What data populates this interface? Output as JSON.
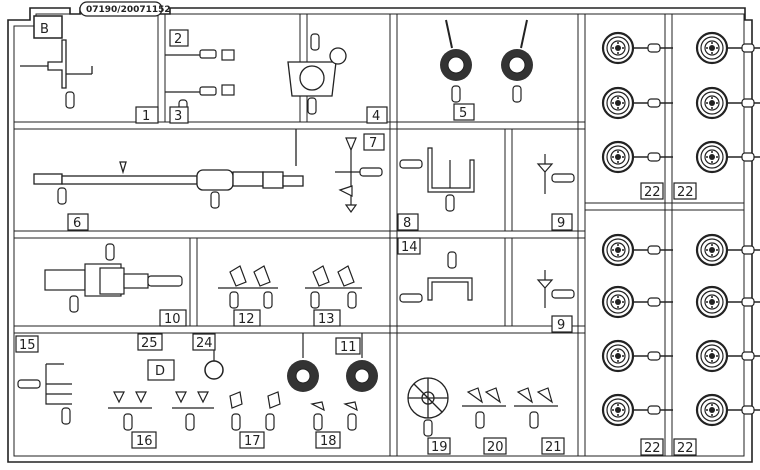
{
  "sprue_letter": "B",
  "part_code": "07190/20071152",
  "part_numbers": [
    {
      "id": "1",
      "text": "1"
    },
    {
      "id": "2",
      "text": "2"
    },
    {
      "id": "3",
      "text": "3"
    },
    {
      "id": "4",
      "text": "4"
    },
    {
      "id": "5",
      "text": "5"
    },
    {
      "id": "6",
      "text": "6"
    },
    {
      "id": "7",
      "text": "7"
    },
    {
      "id": "8",
      "text": "8"
    },
    {
      "id": "9a",
      "text": "9"
    },
    {
      "id": "9b",
      "text": "9"
    },
    {
      "id": "10",
      "text": "10"
    },
    {
      "id": "11",
      "text": "11"
    },
    {
      "id": "12",
      "text": "12"
    },
    {
      "id": "13",
      "text": "13"
    },
    {
      "id": "14",
      "text": "14"
    },
    {
      "id": "15",
      "text": "15"
    },
    {
      "id": "16",
      "text": "16"
    },
    {
      "id": "17",
      "text": "17"
    },
    {
      "id": "18",
      "text": "18"
    },
    {
      "id": "19",
      "text": "19"
    },
    {
      "id": "20",
      "text": "20"
    },
    {
      "id": "21",
      "text": "21"
    },
    {
      "id": "22a",
      "text": "22"
    },
    {
      "id": "22b",
      "text": "22"
    },
    {
      "id": "22c",
      "text": "22"
    },
    {
      "id": "22d",
      "text": "22"
    },
    {
      "id": "24",
      "text": "24"
    },
    {
      "id": "25",
      "text": "25"
    }
  ],
  "decal_letter": "D",
  "colors": {
    "line": "#222222",
    "paper": "#ffffff"
  }
}
